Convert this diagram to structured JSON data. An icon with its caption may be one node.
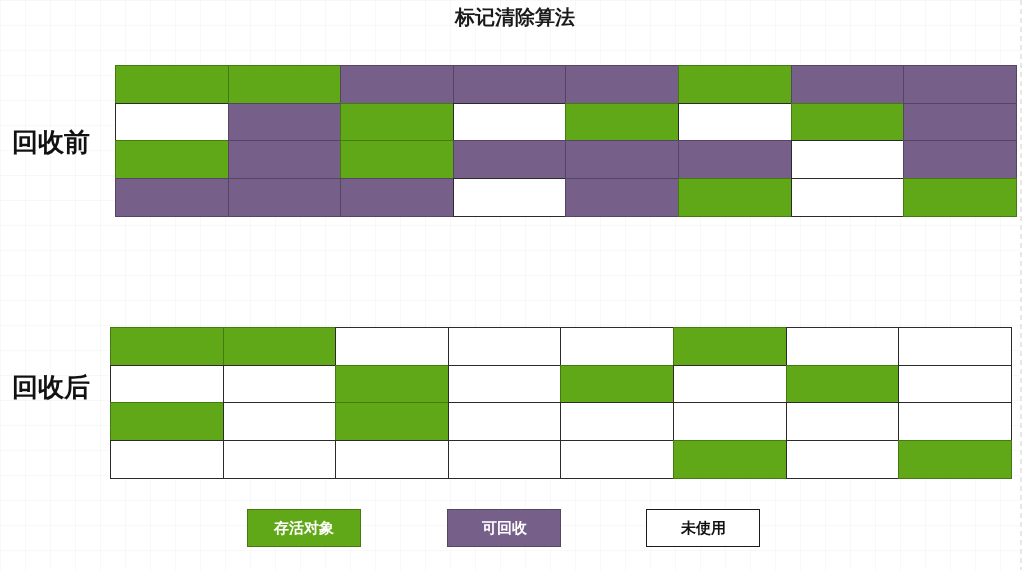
{
  "diagram": {
    "title": "标记清除算法",
    "nodes": [
      {
        "text": [
          "回收前"
        ]
      },
      {
        "text": [],
        "shape": "box",
        "in": 0
      },
      {
        "text": [],
        "shape": "box",
        "in": 0
      },
      {
        "text": [],
        "shape": "box",
        "in": 0
      },
      {
        "text": [],
        "shape": "box",
        "in": 0
      },
      {
        "text": [],
        "shape": "box",
        "in": 0
      },
      {
        "text": [],
        "shape": "box",
        "in": 0
      },
      {
        "text": [],
        "shape": "box",
        "in": 0
      },
      {
        "text": [],
        "shape": "box",
        "in": 0
      },
      {
        "text": [],
        "shape": "box",
        "in": 0
      },
      {
        "text": [],
        "shape": "box",
        "in": 0
      },
      {
        "text": [],
        "shape": "box",
        "in": 0
      },
      {
        "text": [],
        "shape": "box",
        "in": 0
      },
      {
        "text": [],
        "shape": "box",
        "in": 0
      },
      {
        "text": [],
        "shape": "box",
        "in": 0
      },
      {
        "text": [],
        "shape": "box",
        "in": 0
      },
      {
        "text": [],
        "shape": "box",
        "in": 0
      },
      {
        "text": [],
        "shape": "box",
        "in": 0
      },
      {
        "text": [],
        "shape": "box",
        "in": 0
      },
      {
        "text": [],
        "shape": "box",
        "in": 0
      },
      {
        "text": [],
        "shape": "box",
        "in": 0
      },
      {
        "text": [],
        "shape": "box",
        "in": 0
      },
      {
        "text": [],
        "shape": "box",
        "in": 0
      },
      {
        "text": [],
        "shape": "box",
        "in": 0
      },
      {
        "text": [],
        "shape": "box",
        "in": 0
      },
      {
        "text": [],
        "shape": "box",
        "in": 0
      },
      {
        "text": [],
        "shape": "box",
        "in": 0
      },
      {
        "text": [],
        "shape": "box",
        "in": 0
      },
      {
        "text": [],
        "shape": "box",
        "in": 0
      },
      {
        "text": [],
        "shape": "box",
        "in": 0
      },
      {
        "text": [],
        "shape": "box",
        "in": 0
      },
      {
        "text": [],
        "shape": "box",
        "in": 0
      },
      {
        "text": [],
        "shape": "box",
        "in": 0
      },
      {
        "text": [
          "回收后"
        ]
      },
      {
        "text": [],
        "shape": "box",
        "in": 33
      },
      {
        "text": [],
        "shape": "box",
        "in": 33
      },
      {
        "text": [],
        "shape": "box",
        "in": 33
      },
      {
        "text": [],
        "shape": "box",
        "in": 33
      },
      {
        "text": [],
        "shape": "box",
        "in": 33
      },
      {
        "text": [],
        "shape": "box",
        "in": 33
      },
      {
        "text": [],
        "shape": "box",
        "in": 33
      },
      {
        "text": [],
        "shape": "box",
        "in": 33
      },
      {
        "text": [],
        "shape": "box",
        "in": 33
      },
      {
        "text": [],
        "shape": "box",
        "in": 33
      },
      {
        "text": [],
        "shape": "box",
        "in": 33
      },
      {
        "text": [],
        "shape": "box",
        "in": 33
      },
      {
        "text": [],
        "shape": "box",
        "in": 33
      },
      {
        "text": [],
        "shape": "box",
        "in": 33
      },
      {
        "text": [],
        "shape": "box",
        "in": 33
      },
      {
        "text": [],
        "shape": "box",
        "in": 33
      },
      {
        "text": [],
        "shape": "box",
        "in": 33
      },
      {
        "text": [],
        "shape": "box",
        "in": 33
      },
      {
        "text": [],
        "shape": "box",
        "in": 33
      },
      {
        "text": [],
        "shape": "box",
        "in": 33
      },
      {
        "text": [],
        "shape": "box",
        "in": 33
      },
      {
        "text": [],
        "shape": "box",
        "in": 33
      },
      {
        "text": [],
        "shape": "box",
        "in": 33
      },
      {
        "text": [],
        "shape": "box",
        "in": 33
      },
      {
        "text": [],
        "shape": "box",
        "in": 33
      },
      {
        "text": [],
        "shape": "box",
        "in": 33
      },
      {
        "text": [],
        "shape": "box",
        "in": 33
      },
      {
        "text": [],
        "shape": "box",
        "in": 33
      },
      {
        "text": [],
        "shape": "box",
        "in": 33
      },
      {
        "text": [],
        "shape": "box",
        "in": 33
      },
      {
        "text": [],
        "shape": "box",
        "in": 33
      },
      {
        "text": [],
        "shape": "box",
        "in": 33
      }
    ],
    "legend": [
      {
        "text": "存活对象",
        "color": "#60a818"
      },
      {
        "text": "可回收",
        "color": "#765f88"
      },
      {
        "text": "未使用",
        "color": "#ffffff"
      }
    ]
  }
}
